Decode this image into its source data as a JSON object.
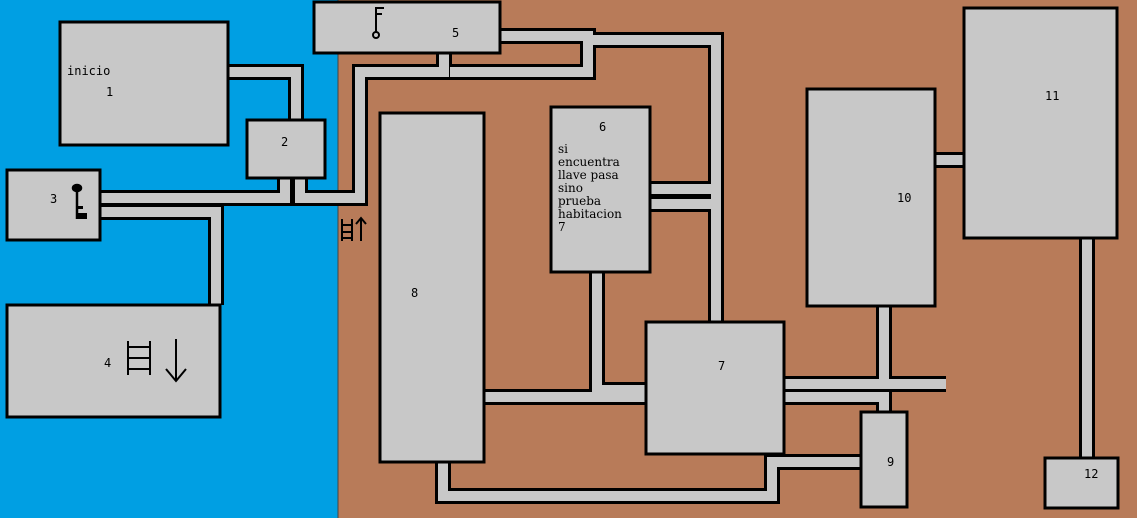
{
  "colors": {
    "water": "#009fe3",
    "earth": "#b87b59",
    "room": "#c8c8c8",
    "outline": "#000000"
  },
  "rooms": [
    {
      "number": "1",
      "label": "inicio"
    },
    {
      "number": "2"
    },
    {
      "number": "3",
      "icon": "key-icon"
    },
    {
      "number": "4",
      "icon": "ladder-down-icon"
    },
    {
      "number": "5",
      "icon": "key-icon"
    },
    {
      "number": "6",
      "note_lines": [
        "si",
        "encuentra",
        "llave pasa",
        "sino",
        "prueba",
        "habitacion",
        "7"
      ]
    },
    {
      "number": "7"
    },
    {
      "number": "8"
    },
    {
      "number": "9"
    },
    {
      "number": "10"
    },
    {
      "number": "11"
    },
    {
      "number": "12"
    }
  ],
  "markers": {
    "ladder_up": "ladder-up-icon"
  }
}
